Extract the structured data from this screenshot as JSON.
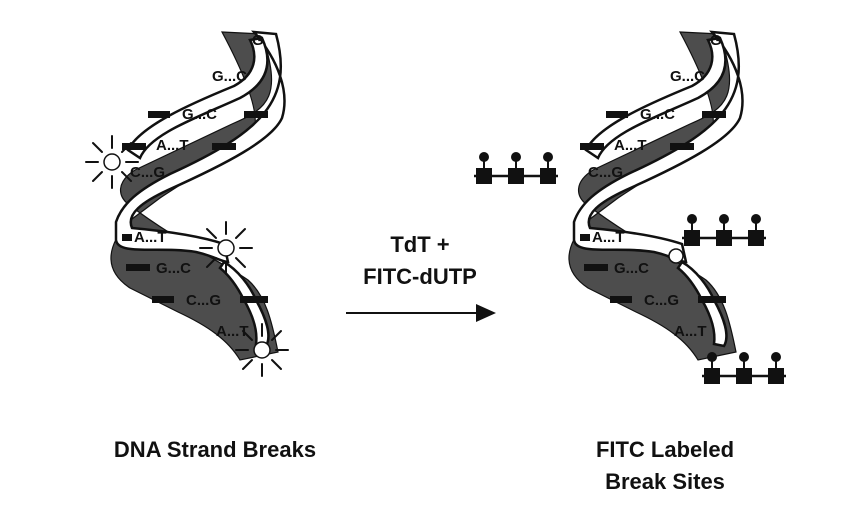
{
  "colors": {
    "backbone_dark": "#4d4d4d",
    "backbone_light": "#ffffff",
    "outline": "#111111",
    "label": "#111111",
    "background": "#ffffff"
  },
  "left_helix": {
    "base_pairs": [
      "G",
      "G...C",
      "G...C",
      "A...T",
      "C...G",
      "A...T",
      "G...C",
      "C...G",
      "A...T"
    ],
    "caption": "DNA Strand Breaks"
  },
  "right_helix": {
    "base_pairs": [
      "G",
      "G...C",
      "G...C",
      "A...T",
      "C...G",
      "A...T",
      "G...C",
      "C...G",
      "A...T"
    ],
    "caption_line1": "FITC Labeled",
    "caption_line2": "Break Sites"
  },
  "reaction": {
    "line1": "TdT +",
    "line2": "FITC-dUTP"
  },
  "icons": {
    "break": "break-burst-icon",
    "label_chain": "fitc-dutp-chain-icon",
    "arrow": "reaction-arrow-icon"
  }
}
